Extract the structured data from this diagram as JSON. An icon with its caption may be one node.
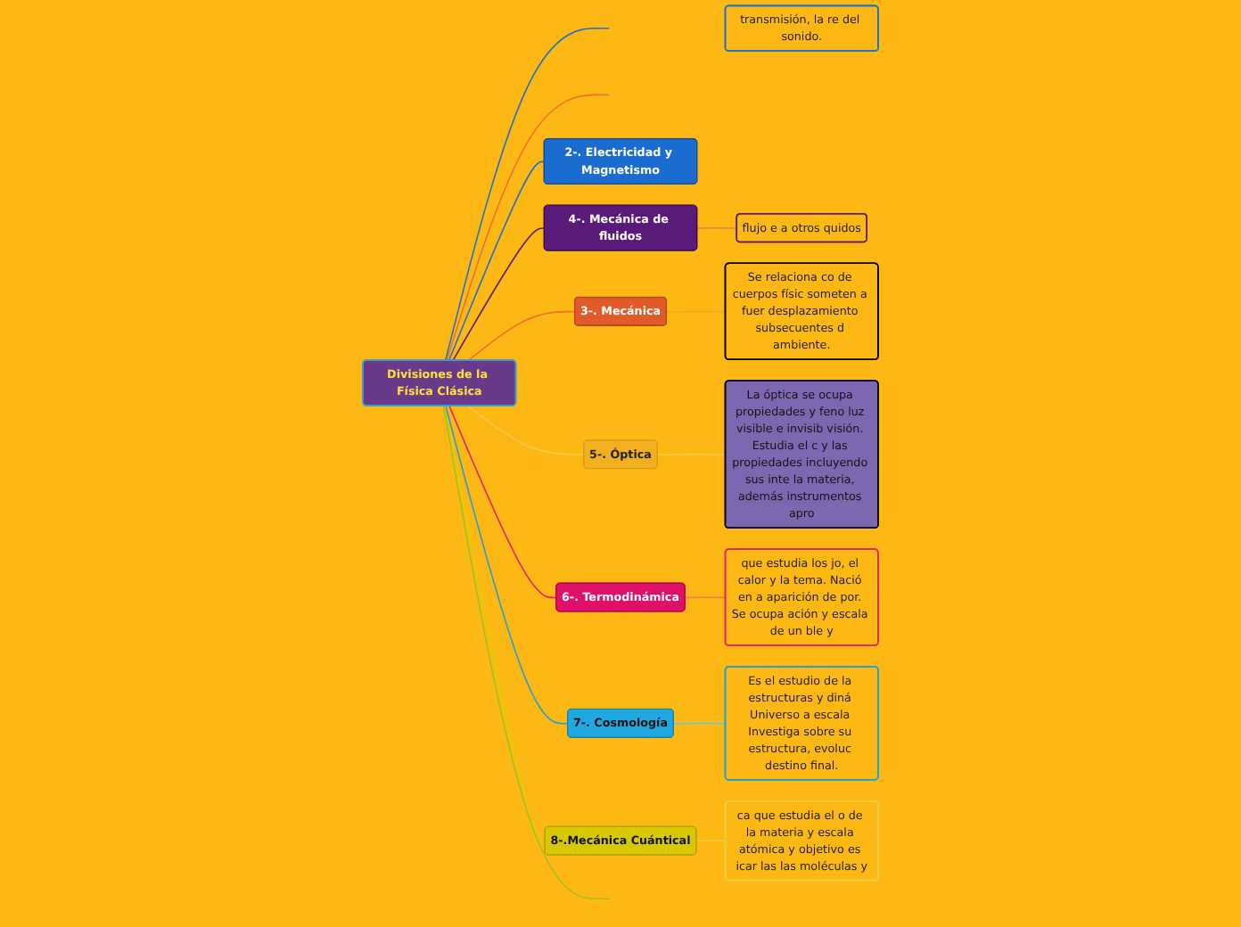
{
  "diagram": {
    "nodes": [
      {
        "text": [
          "Divisiones de la Física Clásica"
        ]
      },
      {
        "text": [
          "2-. Electricidad y Magnetismo"
        ]
      },
      {
        "text": [
          "transmisión, la re del sonido."
        ]
      },
      {
        "text": [
          "4-. Mecánica de fluidos"
        ]
      },
      {
        "text": [
          "flujo e a otros quidos"
        ]
      },
      {
        "text": [
          "3-. Mecánica"
        ]
      },
      {
        "text": [
          "Se relaciona co de cuerpos físic someten a fuer desplazamiento subsecuentes d ambiente."
        ]
      },
      {
        "text": [
          "5-. Óptica"
        ]
      },
      {
        "text": [
          "La óptica se ocupa propiedades y feno luz visible e invisib visión. Estudia el c y las propiedades incluyendo sus inte la materia, además instrumentos apro"
        ]
      },
      {
        "text": [
          "6-. Termodinámica"
        ]
      },
      {
        "text": [
          "que estudia los jo, el calor y la tema. Nació en a aparición de por. Se ocupa ación y escala de un ble y"
        ]
      },
      {
        "text": [
          "7-. Cosmología"
        ]
      },
      {
        "text": [
          "Es el estudio de la estructuras y diná Universo a escala Investiga sobre su estructura, evoluc destino final."
        ]
      },
      {
        "text": [
          "8-.Mecánica Cuántical"
        ]
      },
      {
        "text": [
          "ca que estudia el o de la materia y escala atómica y objetivo es icar las las moléculas y"
        ]
      }
    ],
    "edges": [
      {
        "from": 0,
        "to": null,
        "arrow": "none",
        "color": "#1e6fd0"
      },
      {
        "from": 0,
        "to": null,
        "arrow": "none",
        "color": "#f07030"
      },
      {
        "from": 0,
        "to": 1,
        "arrow": "none",
        "color": "#1e6fd0"
      },
      {
        "from": 0,
        "to": 3,
        "arrow": "none",
        "color": "#5a1a7a"
      },
      {
        "from": 3,
        "to": 4,
        "arrow": "none",
        "color": "#e08040"
      },
      {
        "from": 0,
        "to": 5,
        "arrow": "none",
        "color": "#f07030"
      },
      {
        "from": 5,
        "to": 6,
        "arrow": "none",
        "color": "#f5a623"
      },
      {
        "from": 0,
        "to": 7,
        "arrow": "none",
        "color": "#f9c84c"
      },
      {
        "from": 7,
        "to": 8,
        "arrow": "none",
        "color": "#f9c84c"
      },
      {
        "from": 0,
        "to": 9,
        "arrow": "none",
        "color": "#e8206e"
      },
      {
        "from": 9,
        "to": 10,
        "arrow": "none",
        "color": "#f08040"
      },
      {
        "from": 0,
        "to": 11,
        "arrow": "none",
        "color": "#1ea0d8"
      },
      {
        "from": 11,
        "to": 12,
        "arrow": "none",
        "color": "#5ac8e8"
      },
      {
        "from": 0,
        "to": 13,
        "arrow": "none",
        "color": "#e0d000"
      },
      {
        "from": 13,
        "to": 14,
        "arrow": "none",
        "color": "#e8d040"
      },
      {
        "from": 0,
        "to": null,
        "arrow": "none",
        "color": "#a0c020"
      }
    ]
  }
}
